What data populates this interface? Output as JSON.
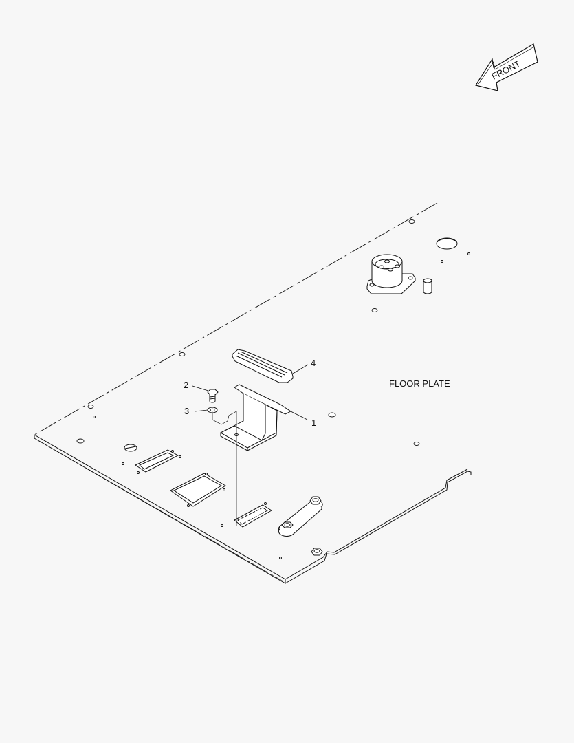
{
  "front_arrow": {
    "label": "FRONT"
  },
  "assembly_label": "FLOOR PLATE",
  "callouts": [
    {
      "id": "callout-1",
      "label": "1"
    },
    {
      "id": "callout-2",
      "label": "2"
    },
    {
      "id": "callout-3",
      "label": "3"
    },
    {
      "id": "callout-4",
      "label": "4"
    }
  ]
}
